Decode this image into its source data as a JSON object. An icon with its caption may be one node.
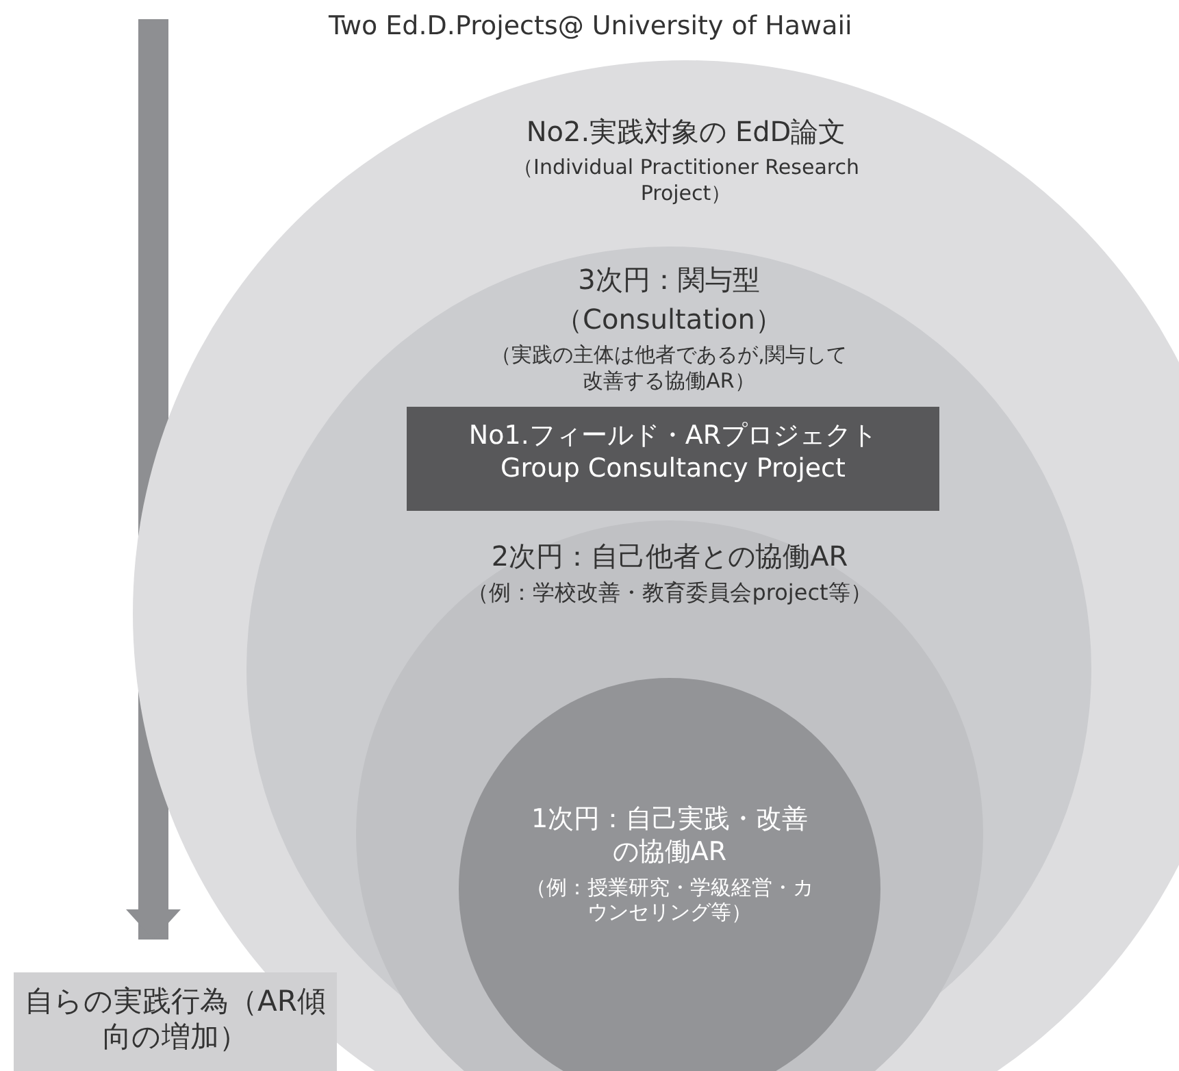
{
  "diagram": {
    "title": "Two Ed.D.Projects@ University of Hawaii",
    "nodes": [
      {
        "text": [
          "No2.実践対象の EdD論文",
          "（Individual Practitioner Research Project）"
        ]
      },
      {
        "text": [
          "3次円：関与型",
          "（Consultation）",
          "（実践の主体は他者であるが,関与して改善する協働AR）"
        ],
        "in": 0
      },
      {
        "text": [
          "No1.フィールド・ARプロジェクト",
          "Group Consultancy Project"
        ],
        "in": 1
      },
      {
        "text": [
          "2次円：自己他者との協働AR",
          "（例：学校改善・教育委員会project等）"
        ],
        "in": 1
      },
      {
        "text": [
          "1次円：自己実践・改善の協働AR",
          "（例：授業研究・学級経営・カウンセリング等）"
        ],
        "in": 3
      },
      {
        "text": [
          "自らの実践行為（AR傾向の増加）"
        ]
      }
    ],
    "edges": [
      {
        "from": null,
        "to": 5,
        "arrow": "to"
      }
    ]
  }
}
